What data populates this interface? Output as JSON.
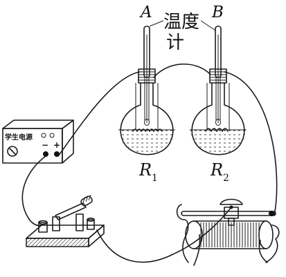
{
  "labels": {
    "thermo_a": "A",
    "thermo_b": "B",
    "thermometer_line1": "温度",
    "thermometer_line2": "计",
    "r1_letter": "R",
    "r1_sub": "1",
    "r2_letter": "R",
    "r2_sub": "2",
    "power_supply": "学生电源",
    "minus": "−",
    "plus": "+"
  }
}
